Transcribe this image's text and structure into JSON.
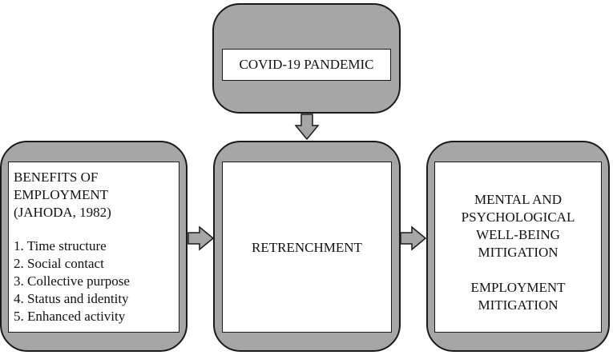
{
  "top_box": {
    "label": "COVID-19 PANDEMIC"
  },
  "left_box": {
    "title_lines": [
      "BENEFITS OF",
      "EMPLOYMENT",
      "(JAHODA, 1982)"
    ],
    "items": [
      "1. Time structure",
      "2. Social contact",
      "3. Collective purpose",
      "4. Status and identity",
      "5. Enhanced activity"
    ]
  },
  "middle_box": {
    "label": "RETRENCHMENT"
  },
  "right_box": {
    "lines_1": [
      "MENTAL AND",
      "PSYCHOLOGICAL",
      "WELL-BEING",
      "MITIGATION"
    ],
    "lines_2": [
      "EMPLOYMENT",
      "MITIGATION"
    ]
  },
  "colors": {
    "box_fill": "#a6a6a6",
    "inner_fill": "#ffffff",
    "stroke": "#1a1a1a"
  }
}
